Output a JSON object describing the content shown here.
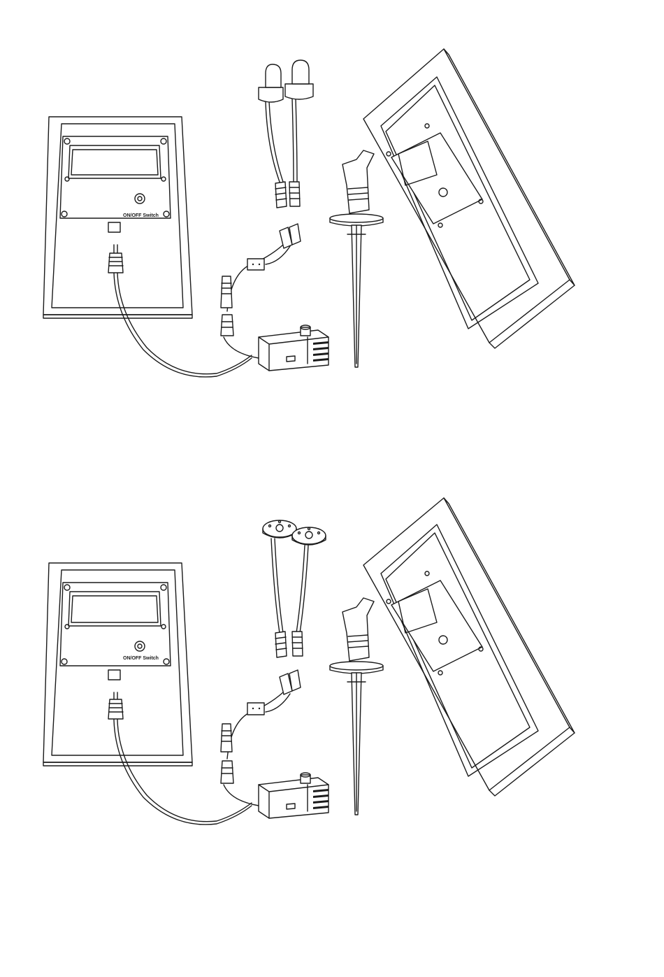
{
  "page": {
    "background": "#ffffff",
    "line_color": "#1a1a1a"
  },
  "figures": [
    {
      "panel": {
        "switch_label": "ON/OFF Switch"
      },
      "nozzle_style": "bulb-light",
      "components": [
        "solar-panel",
        "pump",
        "splitter",
        "nozzle-pair",
        "ground-stake",
        "panel-stand"
      ]
    },
    {
      "panel": {
        "switch_label": "ON/OFF Switch"
      },
      "nozzle_style": "flat-disc",
      "components": [
        "solar-panel",
        "pump",
        "splitter",
        "nozzle-pair",
        "ground-stake",
        "panel-stand"
      ]
    }
  ]
}
